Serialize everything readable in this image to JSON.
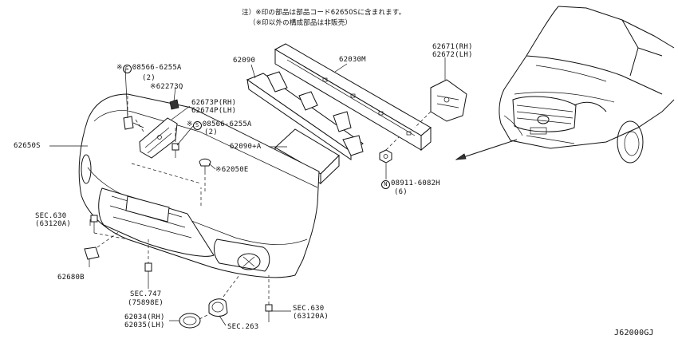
{
  "notes": {
    "line1": "注）※印の部品は部品コード62650Sに含まれます。",
    "line2": "（※印以外の構成部品は非販売）"
  },
  "labels": {
    "bolt_top": "08566-6255A",
    "bolt_top_qty": "(2)",
    "bolt_top_mark": "S",
    "clip_62273q": "※62273Q",
    "bracket_rh": "62673P(RH)",
    "bracket_lh": "62674P(LH)",
    "bolt_mid": "08566-6255A",
    "bolt_mid_qty": "(2)",
    "bolt_mid_mark": "S",
    "clip_62050e": "※62050E",
    "bumper_fascia": "62650S",
    "absorber_62090": "62090",
    "reinforcement": "62030M",
    "absorber_62090a": "62090+A",
    "stay_rh": "62671(RH)",
    "stay_lh": "62672(LH)",
    "nut": "08911-6082H",
    "nut_qty": "(6)",
    "nut_mark": "N",
    "sec630_left": "SEC.630",
    "sec630_left_code": "(63120A)",
    "plate_62680b": "62680B",
    "sec747": "SEC.747",
    "sec747_code": "(75898E)",
    "fog_rh": "62034(RH)",
    "fog_lh": "62035(LH)",
    "sec263": "SEC.263",
    "sec630_right": "SEC.630",
    "sec630_right_code": "(63120A)",
    "asterisk_mark": "※",
    "diagram_code": "J62000GJ"
  }
}
